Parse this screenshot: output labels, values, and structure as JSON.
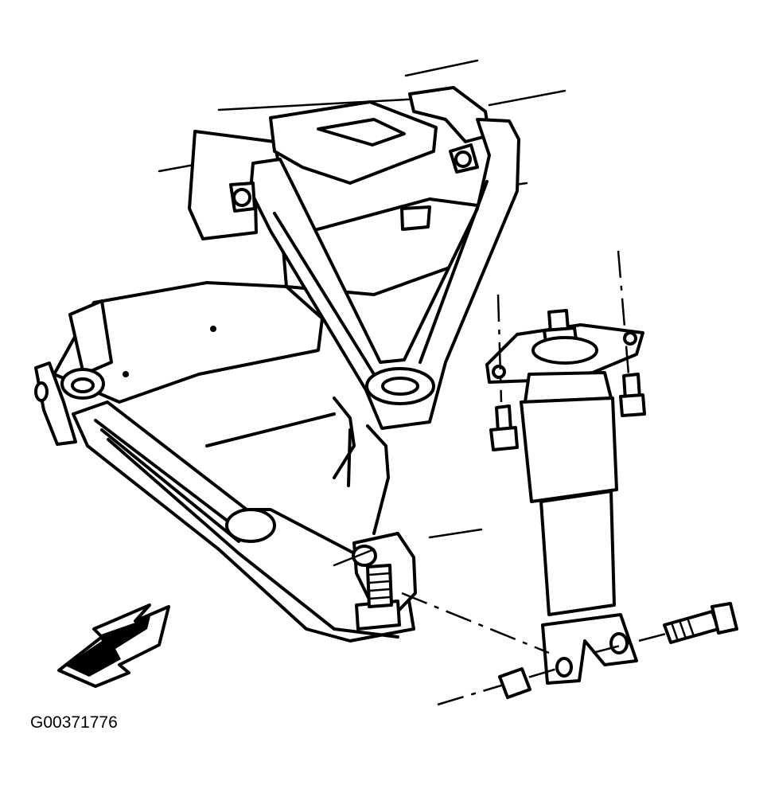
{
  "figure": {
    "id_label": "G00371776",
    "colors": {
      "line": "#000000",
      "background": "#ffffff"
    },
    "parts": [
      "upper-control-arm",
      "lower-control-arm",
      "frame-bracket",
      "shock-absorber",
      "upper-mount-bolt-left",
      "upper-mount-bolt-right",
      "lower-mount-bolt",
      "lower-mount-nut",
      "direction-arrow"
    ]
  }
}
